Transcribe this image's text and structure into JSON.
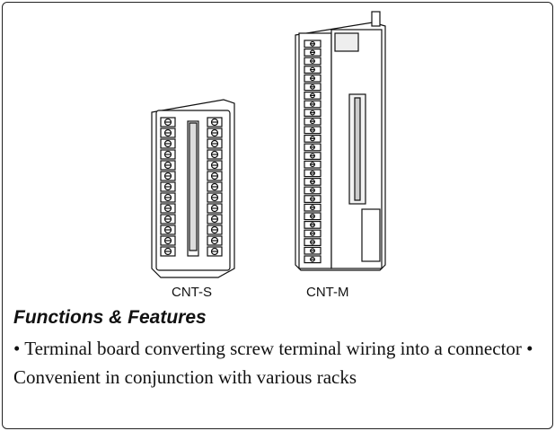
{
  "figures": [
    {
      "label": "CNT-S"
    },
    {
      "label": "CNT-M"
    }
  ],
  "section": {
    "heading": "Functions & Features",
    "body": "• Terminal board converting screw terminal wiring into a connector • Convenient in conjunction with various racks"
  }
}
